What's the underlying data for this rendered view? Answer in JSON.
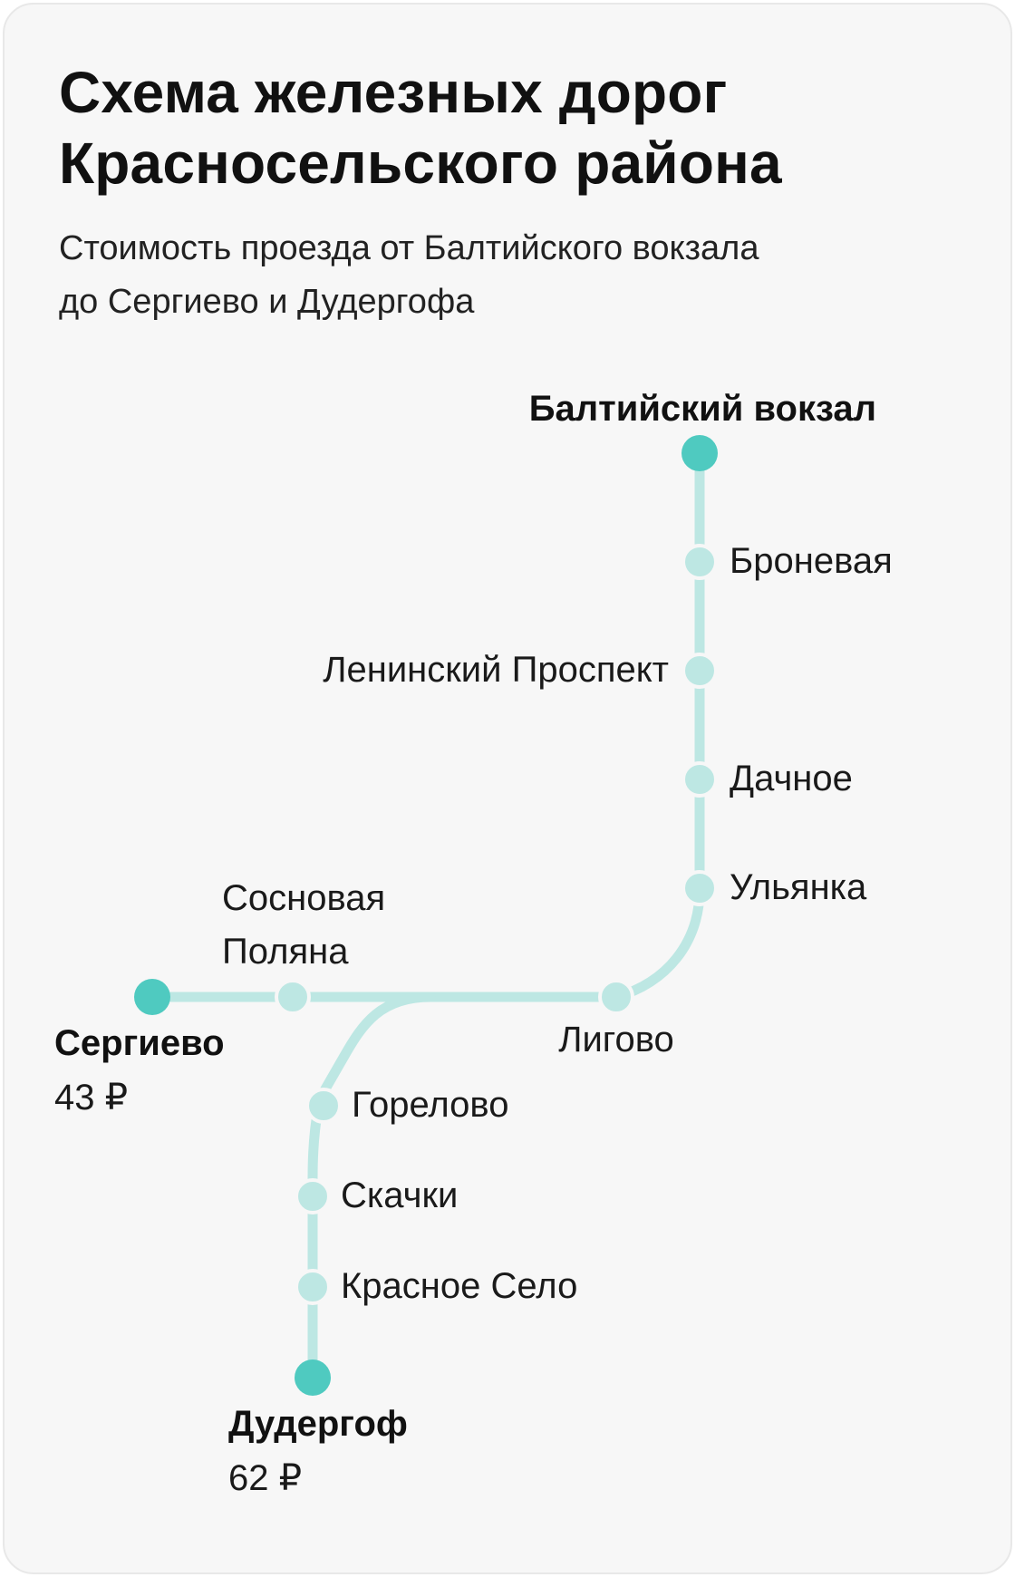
{
  "title": {
    "line1": "Схема железных дорог",
    "line2": "Красносельского района"
  },
  "subtitle": {
    "line1": "Стоимость проезда от Балтийского вокзала",
    "line2": "до Сергиево и Дудергофа"
  },
  "colors": {
    "line": "#bde7e3",
    "terminal_station": "#4fcac0",
    "intermediate_station": "#bde7e3"
  },
  "stations": {
    "baltiysky": "Балтийский вокзал",
    "bronevaya": "Броневая",
    "leninsky": "Ленинский Проспект",
    "dachnoe": "Дачное",
    "ulyanka": "Ульянка",
    "ligovo": "Лигово",
    "sosnovaya_line1": "Сосновая",
    "sosnovaya_line2": "Поляна",
    "sergievo": "Сергиево",
    "gorelovo": "Горелово",
    "skachki": "Скачки",
    "krasnoe_selo": "Красное Село",
    "dudergof": "Дудергоф"
  },
  "prices": {
    "sergievo": "43 ₽",
    "dudergof": "62 ₽"
  }
}
